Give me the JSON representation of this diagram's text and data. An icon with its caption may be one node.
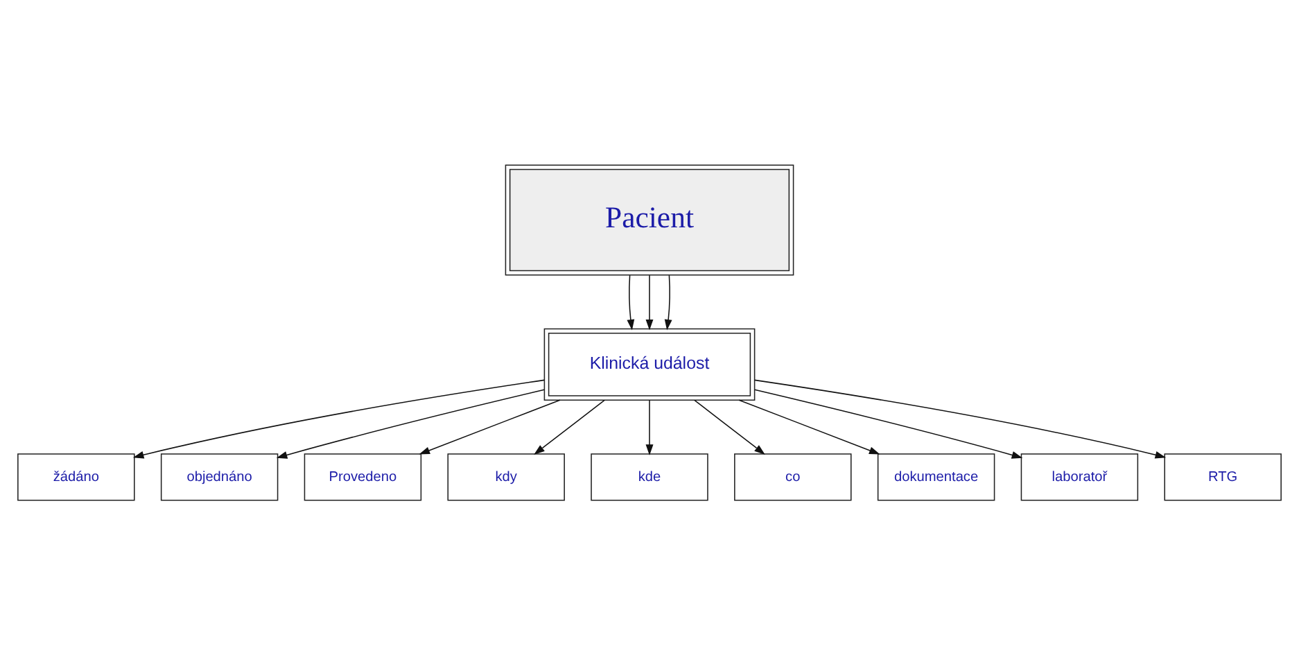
{
  "diagram": {
    "nodes": [
      {
        "text": [
          "Pacient"
        ]
      },
      {
        "text": [
          "Klinická událost"
        ]
      },
      {
        "text": [
          "žádáno"
        ]
      },
      {
        "text": [
          "objednáno"
        ]
      },
      {
        "text": [
          "Provedeno"
        ]
      },
      {
        "text": [
          "dokumentace"
        ]
      },
      {
        "text": [
          "laboratoř"
        ]
      },
      {
        "text": [
          "RTG"
        ]
      },
      {
        "text": [
          "kdy"
        ]
      },
      {
        "text": [
          "kde"
        ]
      },
      {
        "text": [
          "co"
        ]
      }
    ],
    "edges": [
      {
        "from": 0,
        "to": 1,
        "arrow": "to"
      },
      {
        "from": 0,
        "to": 1,
        "arrow": "to"
      },
      {
        "from": 0,
        "to": 1,
        "arrow": "to"
      },
      {
        "from": 1,
        "to": 2,
        "arrow": "to"
      },
      {
        "from": 1,
        "to": 3,
        "arrow": "to"
      },
      {
        "from": 1,
        "to": 4,
        "arrow": "to"
      },
      {
        "from": 1,
        "to": 5,
        "arrow": "to"
      },
      {
        "from": 1,
        "to": 6,
        "arrow": "to"
      },
      {
        "from": 1,
        "to": 7,
        "arrow": "to"
      },
      {
        "from": 1,
        "to": 8,
        "arrow": "to"
      },
      {
        "from": 1,
        "to": 9,
        "arrow": "to"
      },
      {
        "from": 1,
        "to": 10,
        "arrow": "to"
      }
    ]
  }
}
